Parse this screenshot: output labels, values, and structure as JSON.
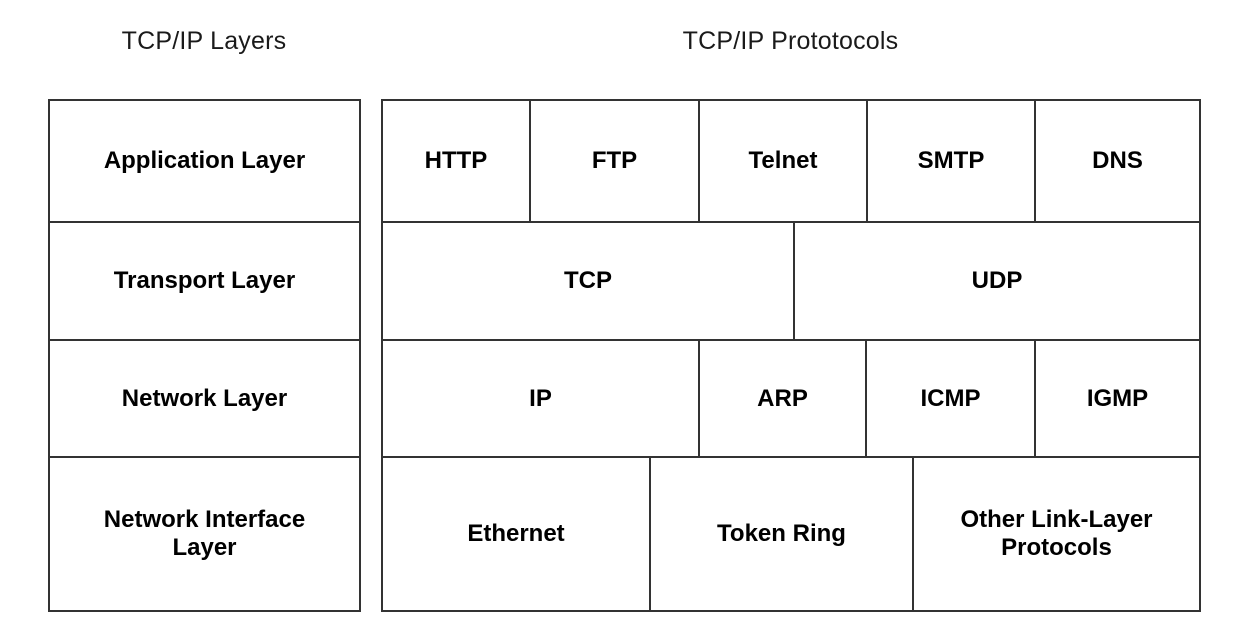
{
  "headings": {
    "layers": "TCP/IP Layers",
    "protocols": "TCP/IP Prototocols"
  },
  "colors": {
    "border": "#333333",
    "background": "#ffffff",
    "text": "#000000"
  },
  "layers": [
    {
      "label": "Application Layer"
    },
    {
      "label": "Transport Layer"
    },
    {
      "label": "Network Layer"
    },
    {
      "label": "Network Interface\nLayer"
    }
  ],
  "protocol_rows": [
    {
      "layer": "Application Layer",
      "cells": [
        {
          "label": "HTTP"
        },
        {
          "label": "FTP"
        },
        {
          "label": "Telnet"
        },
        {
          "label": "SMTP"
        },
        {
          "label": "DNS"
        }
      ]
    },
    {
      "layer": "Transport Layer",
      "cells": [
        {
          "label": "TCP"
        },
        {
          "label": "UDP"
        }
      ]
    },
    {
      "layer": "Network Layer",
      "cells": [
        {
          "label": "IP"
        },
        {
          "label": "ARP"
        },
        {
          "label": "ICMP"
        },
        {
          "label": "IGMP"
        }
      ]
    },
    {
      "layer": "Network Interface Layer",
      "cells": [
        {
          "label": "Ethernet"
        },
        {
          "label": "Token Ring"
        },
        {
          "label": "Other Link-Layer\nProtocols"
        }
      ]
    }
  ]
}
